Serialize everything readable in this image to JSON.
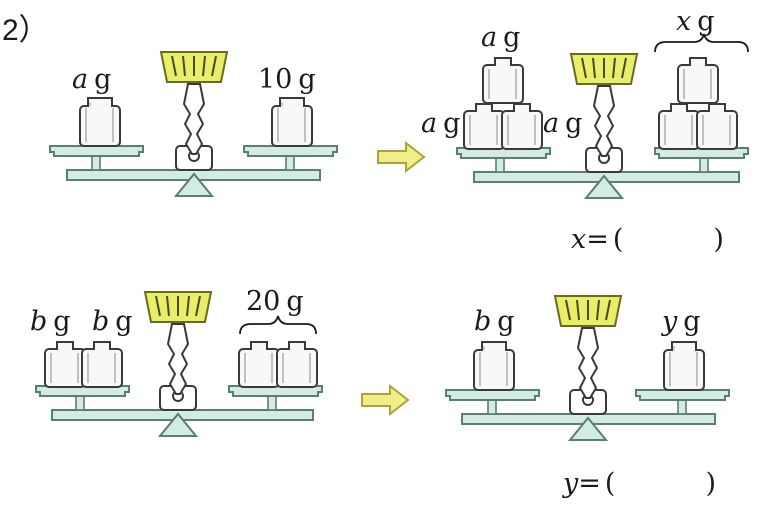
{
  "problem_number": "2）",
  "colors": {
    "pan_fill": "#d3ece2",
    "pan_stroke": "#5a7f70",
    "beam_fill": "#d3ece2",
    "dial_fill": "#e8ee6a",
    "dial_stroke": "#6b6a1f",
    "weight_fill": "#f8f8f8",
    "weight_stroke": "#3a3a3a",
    "arrow_fill": "#f0ee8a",
    "arrow_stroke": "#a9a339",
    "ink": "#1a1a1a"
  },
  "scales": [
    {
      "id": "scale-1-before",
      "labels": [
        {
          "var": "a",
          "unit": "g"
        },
        {
          "var": "10",
          "unit": "g"
        }
      ]
    },
    {
      "id": "scale-1-after",
      "labels": [
        {
          "var": "a",
          "unit": "g"
        },
        {
          "var": "a",
          "unit": "g"
        },
        {
          "var": "a",
          "unit": "g"
        },
        {
          "var": "x",
          "unit": "g"
        }
      ]
    },
    {
      "id": "scale-2-before",
      "labels": [
        {
          "var": "b",
          "unit": "g"
        },
        {
          "var": "b",
          "unit": "g"
        },
        {
          "var": "20",
          "unit": "g"
        }
      ]
    },
    {
      "id": "scale-2-after",
      "labels": [
        {
          "var": "b",
          "unit": "g"
        },
        {
          "var": "y",
          "unit": "g"
        }
      ]
    }
  ],
  "answers": [
    {
      "var": "x",
      "eq": "=",
      "open": "(",
      "value": "",
      "close": ")"
    },
    {
      "var": "y",
      "eq": "=",
      "open": "(",
      "value": "",
      "close": ")"
    }
  ]
}
